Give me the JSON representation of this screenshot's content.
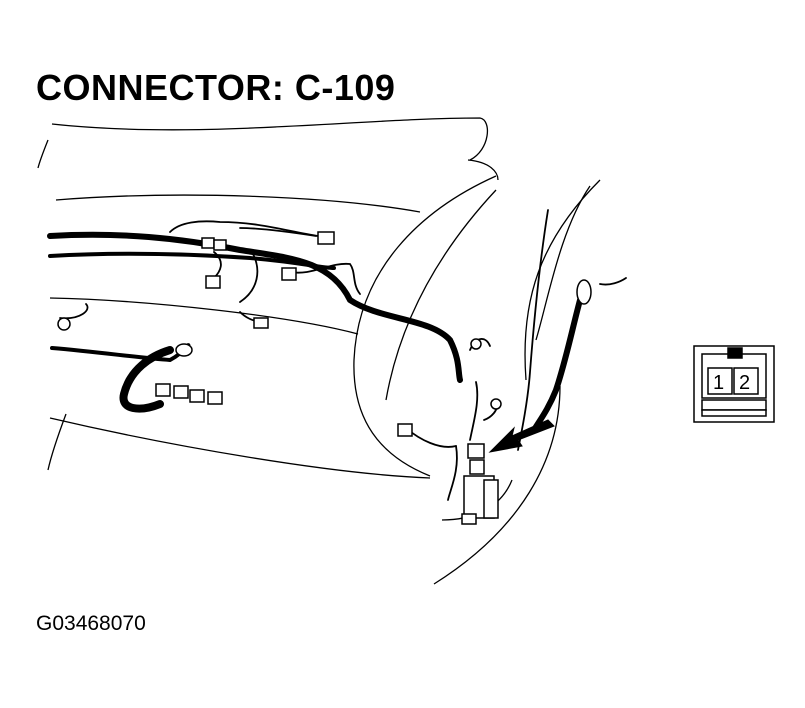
{
  "title": "CONNECTOR: C-109",
  "figure_id": "G03468070",
  "connector_face": {
    "pins": [
      "1",
      "2"
    ]
  },
  "colors": {
    "ink": "#000000",
    "background": "#ffffff"
  }
}
